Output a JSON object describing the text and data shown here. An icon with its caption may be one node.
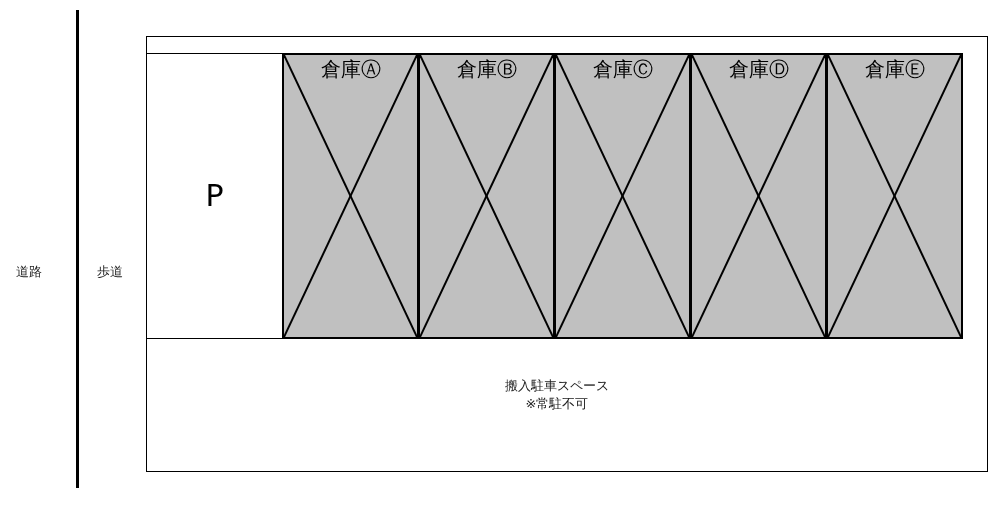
{
  "diagram": {
    "nodes": [
      {
        "text": [
          "搬入駐車スペース",
          "※常駐不可"
        ]
      },
      {
        "text": [
          "P"
        ],
        "in": 0
      },
      {
        "text": [
          "倉庫Ⓐ"
        ],
        "in": 0
      },
      {
        "text": [
          "倉庫Ⓑ"
        ],
        "in": 0
      },
      {
        "text": [
          "倉庫Ⓒ"
        ],
        "in": 0
      },
      {
        "text": [
          "倉庫Ⓓ"
        ],
        "in": 0
      },
      {
        "text": [
          "倉庫Ⓔ"
        ],
        "in": 0
      }
    ],
    "edges": [],
    "labels": [
      "道路",
      "歩道"
    ]
  }
}
